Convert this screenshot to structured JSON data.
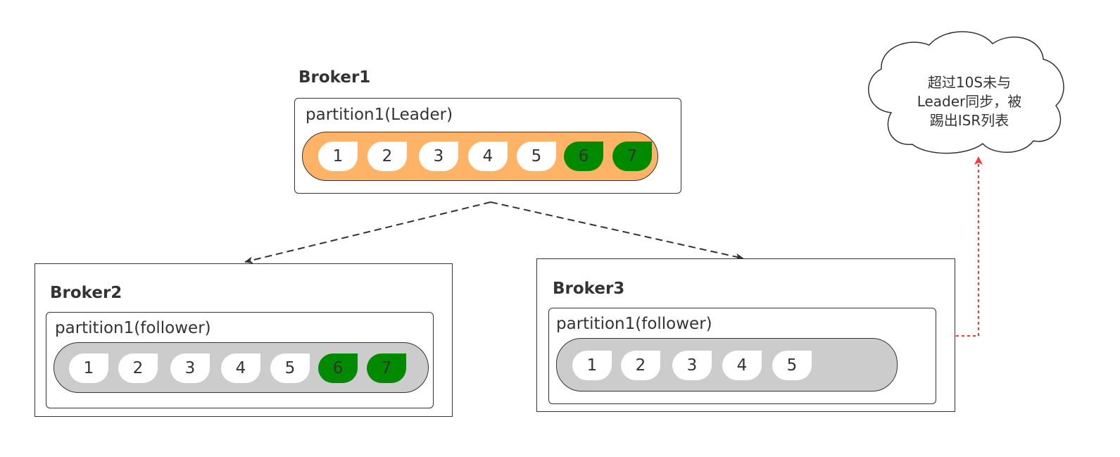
{
  "brokers": [
    {
      "id": "broker1",
      "title": "Broker1",
      "partition_label": "partition1(Leader)",
      "messages": [
        {
          "label": "1",
          "synced": false
        },
        {
          "label": "2",
          "synced": false
        },
        {
          "label": "3",
          "synced": false
        },
        {
          "label": "4",
          "synced": false
        },
        {
          "label": "5",
          "synced": false
        },
        {
          "label": "6",
          "synced": true
        },
        {
          "label": "7",
          "synced": true
        }
      ]
    },
    {
      "id": "broker2",
      "title": "Broker2",
      "partition_label": "partition1(follower)",
      "messages": [
        {
          "label": "1",
          "synced": false
        },
        {
          "label": "2",
          "synced": false
        },
        {
          "label": "3",
          "synced": false
        },
        {
          "label": "4",
          "synced": false
        },
        {
          "label": "5",
          "synced": false
        },
        {
          "label": "6",
          "synced": true
        },
        {
          "label": "7",
          "synced": true
        }
      ]
    },
    {
      "id": "broker3",
      "title": "Broker3",
      "partition_label": "partition1(follower)",
      "messages": [
        {
          "label": "1",
          "synced": false
        },
        {
          "label": "2",
          "synced": false
        },
        {
          "label": "3",
          "synced": false
        },
        {
          "label": "4",
          "synced": false
        },
        {
          "label": "5",
          "synced": false
        }
      ]
    }
  ],
  "callout": {
    "lines": [
      "超过10S未与",
      "Leader同步，被",
      "踢出ISR列表"
    ]
  },
  "colors": {
    "leader_track": "#ffb366",
    "follower_track": "#cccccc",
    "synced_message": "#008a00",
    "pending_message": "#ffffff",
    "eviction_arrow": "#ff3333",
    "stroke": "#333333"
  },
  "icons": {
    "broker3_status": "close-icon"
  }
}
